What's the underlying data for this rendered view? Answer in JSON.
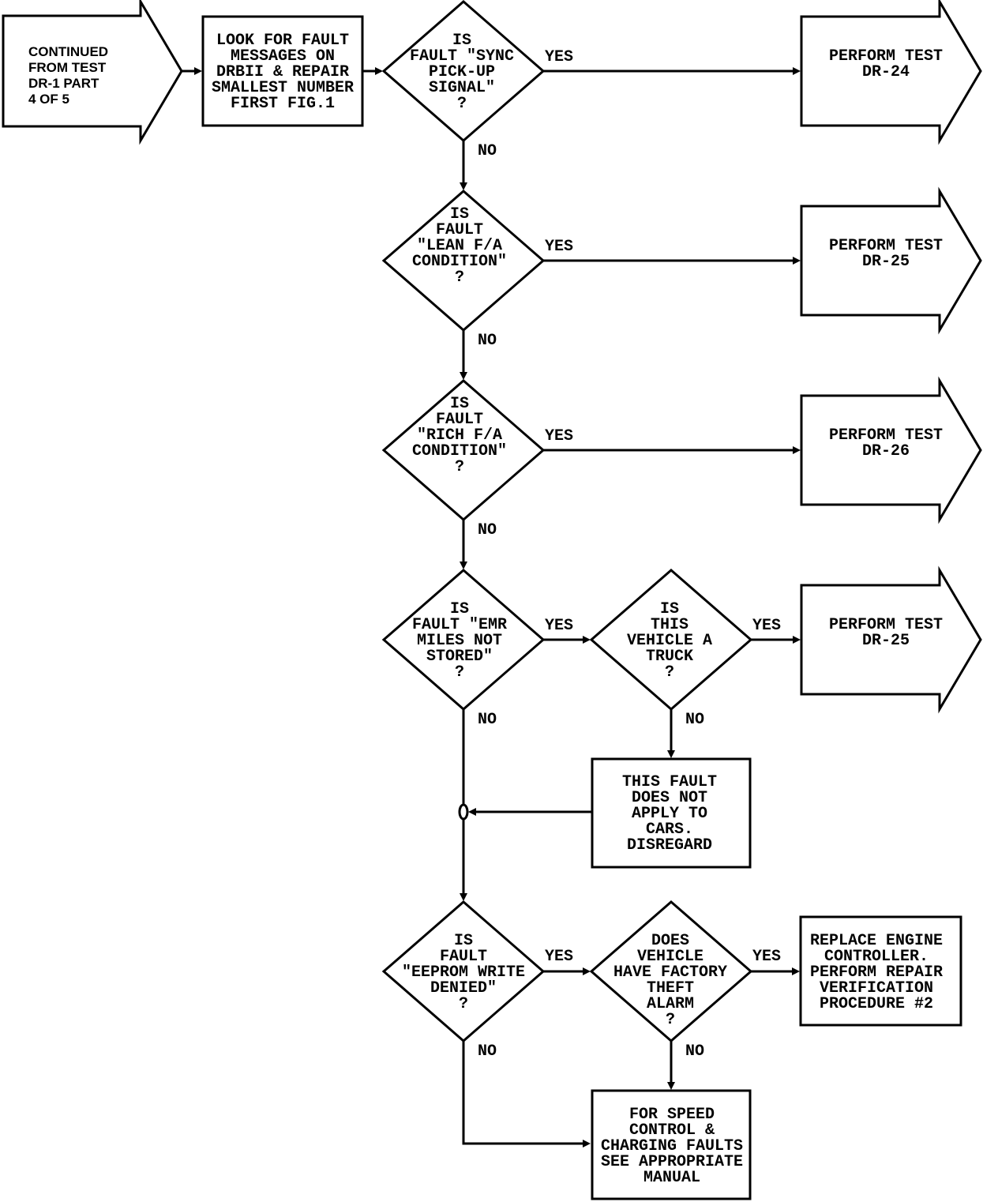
{
  "nodes": {
    "start": {
      "lines": [
        "CONTINUED",
        "FROM TEST",
        "DR-1 PART",
        "4 OF 5"
      ]
    },
    "look_box": {
      "lines": [
        "LOOK FOR FAULT",
        "MESSAGES ON",
        "DRBII & REPAIR",
        "SMALLEST NUMBER",
        "FIRST FIG.1"
      ]
    },
    "d_sync": {
      "lines": [
        "IS",
        "FAULT \"SYNC",
        "PICK-UP",
        "SIGNAL\"",
        "?"
      ]
    },
    "t24": {
      "lines": [
        "PERFORM TEST",
        "DR-24"
      ]
    },
    "d_lean": {
      "lines": [
        "IS",
        "FAULT",
        "\"LEAN F/A",
        "CONDITION\"",
        "?"
      ]
    },
    "t25a": {
      "lines": [
        "PERFORM TEST",
        "DR-25"
      ]
    },
    "d_rich": {
      "lines": [
        "IS",
        "FAULT",
        "\"RICH F/A",
        "CONDITION\"",
        "?"
      ]
    },
    "t26": {
      "lines": [
        "PERFORM TEST",
        "DR-26"
      ]
    },
    "d_ema": {
      "lines": [
        "IS",
        "FAULT \"EMR",
        "MILES NOT",
        "STORED\"",
        "?"
      ]
    },
    "d_truck": {
      "lines": [
        "IS",
        "THIS",
        "VEHICLE A",
        "TRUCK",
        "?"
      ]
    },
    "t25b": {
      "lines": [
        "PERFORM TEST",
        "DR-25"
      ]
    },
    "cars_box": {
      "lines": [
        "THIS FAULT",
        "DOES NOT",
        "APPLY TO",
        "CARS.",
        "DISREGARD"
      ]
    },
    "d_eeprom": {
      "lines": [
        "IS",
        "FAULT",
        "\"EEPROM WRITE",
        "DENIED\"",
        "?"
      ]
    },
    "d_alarm": {
      "lines": [
        "DOES",
        "VEHICLE",
        "HAVE FACTORY",
        "THEFT",
        "ALARM",
        "?"
      ]
    },
    "replace_box": {
      "lines": [
        "REPLACE ENGINE",
        "CONTROLLER.",
        "PERFORM REPAIR",
        "VERIFICATION",
        "PROCEDURE #2"
      ]
    },
    "speed_box": {
      "lines": [
        "FOR SPEED",
        "CONTROL &",
        "CHARGING FAULTS",
        "SEE APPROPRIATE",
        "MANUAL"
      ]
    }
  },
  "edge_labels": {
    "sync_yes": "YES",
    "sync_no": "NO",
    "lean_yes": "YES",
    "lean_no": "NO",
    "rich_yes": "YES",
    "rich_no": "NO",
    "ema_yes": "YES",
    "ema_no": "NO",
    "truck_yes": "YES",
    "truck_no": "NO",
    "eeprom_yes": "YES",
    "eeprom_no": "NO",
    "alarm_yes": "YES",
    "alarm_no": "NO"
  }
}
